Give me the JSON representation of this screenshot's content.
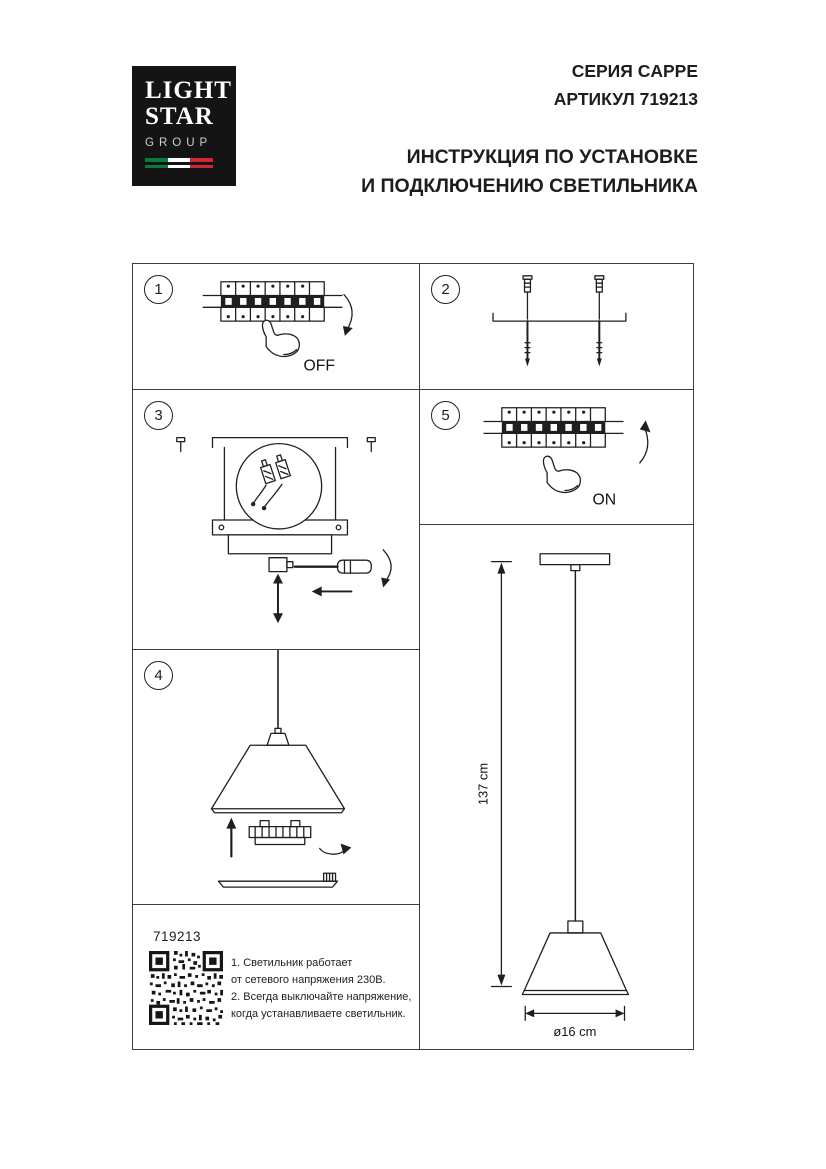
{
  "header": {
    "logo": {
      "line1": "LIGHT",
      "line2": "STAR",
      "line3": "GROUP"
    },
    "series": "СЕРИЯ CAPPE",
    "article": "АРТИКУЛ 719213",
    "instruction1": "ИНСТРУКЦИЯ ПО УСТАНОВКЕ",
    "instruction2": "И ПОДКЛЮЧЕНИЮ СВЕТИЛЬНИКА"
  },
  "steps": {
    "s1": {
      "number": "1",
      "label": "OFF"
    },
    "s2": {
      "number": "2"
    },
    "s3": {
      "number": "3"
    },
    "s4": {
      "number": "4"
    },
    "s5": {
      "number": "5",
      "label": "ON"
    }
  },
  "lamp": {
    "height_label": "137 cm",
    "diameter_label": "ø16 cm"
  },
  "footer": {
    "article": "719213",
    "notes": [
      "1. Светильник работает",
      "от сетевого напряжения 230В.",
      "2. Всегда выключайте напряжение,",
      "когда устанавливаете светильник."
    ]
  },
  "colors": {
    "ink": "#1d1d1b",
    "flag_green": "#0a7a3c",
    "flag_red": "#cf2734"
  }
}
